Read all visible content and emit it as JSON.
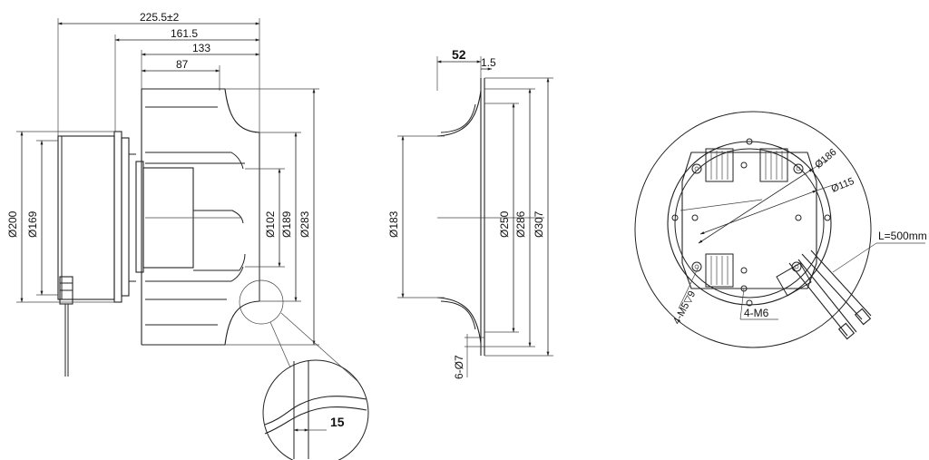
{
  "side_view": {
    "dims_horizontal": [
      "225.5±2",
      "161.5",
      "133",
      "87"
    ],
    "dims_vertical": [
      "Ø200",
      "Ø169",
      "Ø102",
      "Ø189",
      "Ø283"
    ]
  },
  "detail_view": {
    "label": "15"
  },
  "section_view": {
    "dims_horizontal": [
      "52",
      "1.5"
    ],
    "dims_vertical": [
      "Ø183",
      "Ø250",
      "Ø286",
      "Ø307"
    ],
    "hole_label": "6-Ø7"
  },
  "rear_view": {
    "labels": [
      "Ø186",
      "Ø115",
      "L=500mm",
      "4-M5▽9",
      "4-M6"
    ]
  }
}
